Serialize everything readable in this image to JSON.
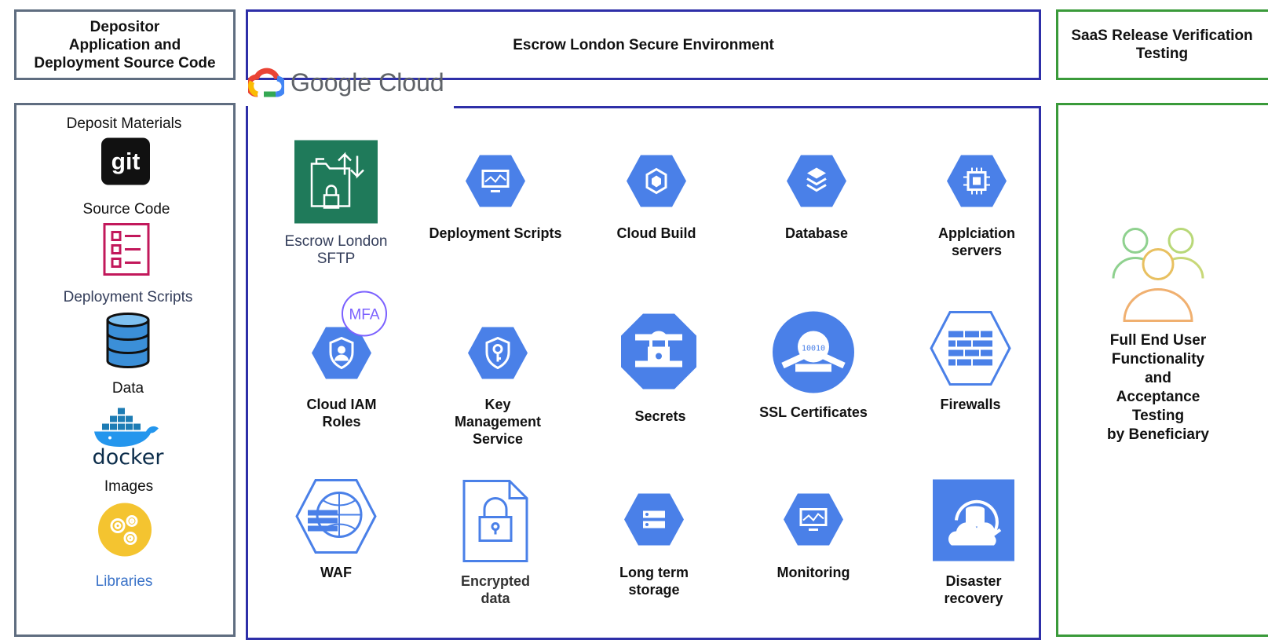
{
  "left_panel": {
    "header": "Depositor\nApplication and\nDeployment Source Code",
    "title": "Deposit Materials",
    "items": [
      {
        "label": "Source Code",
        "icon": "git-icon"
      },
      {
        "label": "Deployment Scripts",
        "icon": "checklist-icon"
      },
      {
        "label": "Data",
        "icon": "database-stack-icon"
      },
      {
        "label": "docker",
        "icon": "docker-whale-icon"
      },
      {
        "label": "Images",
        "icon": "gears-icon"
      },
      {
        "label": "Libraries",
        "icon": ""
      }
    ]
  },
  "center_panel": {
    "header": "Escrow London Secure Environment",
    "google_cloud": "Google Cloud",
    "sftp_label": "Escrow London\nSFTP",
    "mfa_badge": "MFA",
    "services": [
      {
        "label": "Deployment Scripts",
        "icon": "monitor-hex-icon"
      },
      {
        "label": "Cloud Build",
        "icon": "cloud-build-hex-icon"
      },
      {
        "label": "Database",
        "icon": "database-hex-icon"
      },
      {
        "label": "Applciation\nservers",
        "icon": "chip-hex-icon"
      },
      {
        "label": "Cloud IAM\nRoles",
        "icon": "iam-hex-icon"
      },
      {
        "label": "Key\nManagement\nService",
        "icon": "key-shield-hex-icon"
      },
      {
        "label": "Secrets",
        "icon": "lock-octagon-icon"
      },
      {
        "label": "SSL Certificates",
        "icon": "ssl-circle-icon"
      },
      {
        "label": "Firewalls",
        "icon": "firewall-hex-icon"
      },
      {
        "label": "WAF",
        "icon": "waf-hex-icon"
      },
      {
        "label": "Encrypted\ndata",
        "icon": "encrypted-file-icon"
      },
      {
        "label": "Long term\nstorage",
        "icon": "storage-hex-icon"
      },
      {
        "label": "Monitoring",
        "icon": "monitoring-hex-icon"
      },
      {
        "label": "Disaster\nrecovery",
        "icon": "disaster-recovery-icon"
      }
    ]
  },
  "right_panel": {
    "header": "SaaS Release Verification\nTesting",
    "body": "Full End User\nFunctionality and\nAcceptance Testing\nby Beneficiary"
  },
  "colors": {
    "gcp_blue": "#4a80e8",
    "panel_gray": "#5f6d80",
    "panel_blue": "#2e2fa8",
    "panel_green": "#3a9a3a",
    "sftp_green": "#1f7a5a",
    "mfa_purple": "#7b61ff"
  }
}
